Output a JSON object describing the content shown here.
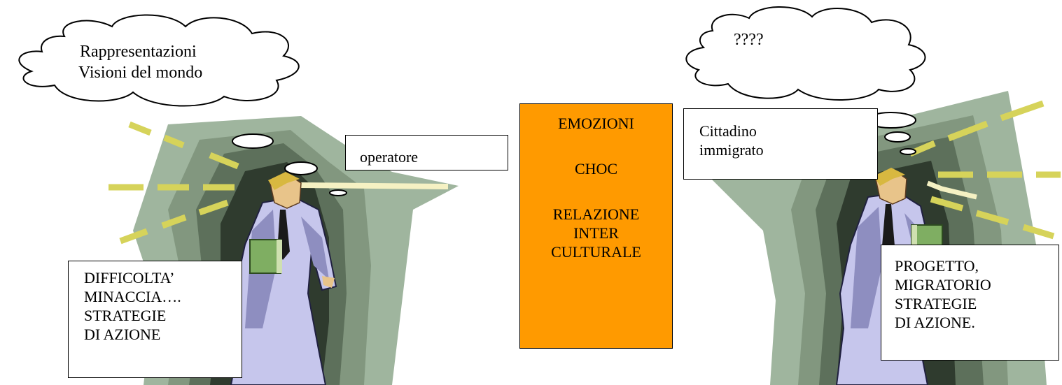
{
  "clouds": {
    "left": [
      "Rappresentazioni",
      "Visioni del mondo"
    ],
    "right": [
      "????"
    ]
  },
  "boxes": {
    "operatore": [
      "operatore"
    ],
    "cittadino": [
      "Cittadino",
      "immigrato"
    ],
    "difficolta": [
      "DIFFICOLTA’",
      "MINACCIA….",
      "STRATEGIE",
      "DI AZIONE"
    ],
    "progetto": [
      "PROGETTO,",
      "MIGRATORIO",
      "STRATEGIE",
      "DI AZIONE."
    ]
  },
  "center": {
    "line1": "EMOZIONI",
    "line2": "CHOC",
    "line3": "RELAZIONE",
    "line4": "INTER",
    "line5": "CULTURALE"
  },
  "colors": {
    "center_box": "#ff9a00",
    "cave_outer": "#9fb59e",
    "cave_mid": "#6f836d",
    "cave_dark": "#3b4a3a",
    "rays": "#d6d35a",
    "suit": "#c6c6ec",
    "book": "#7fae62"
  }
}
